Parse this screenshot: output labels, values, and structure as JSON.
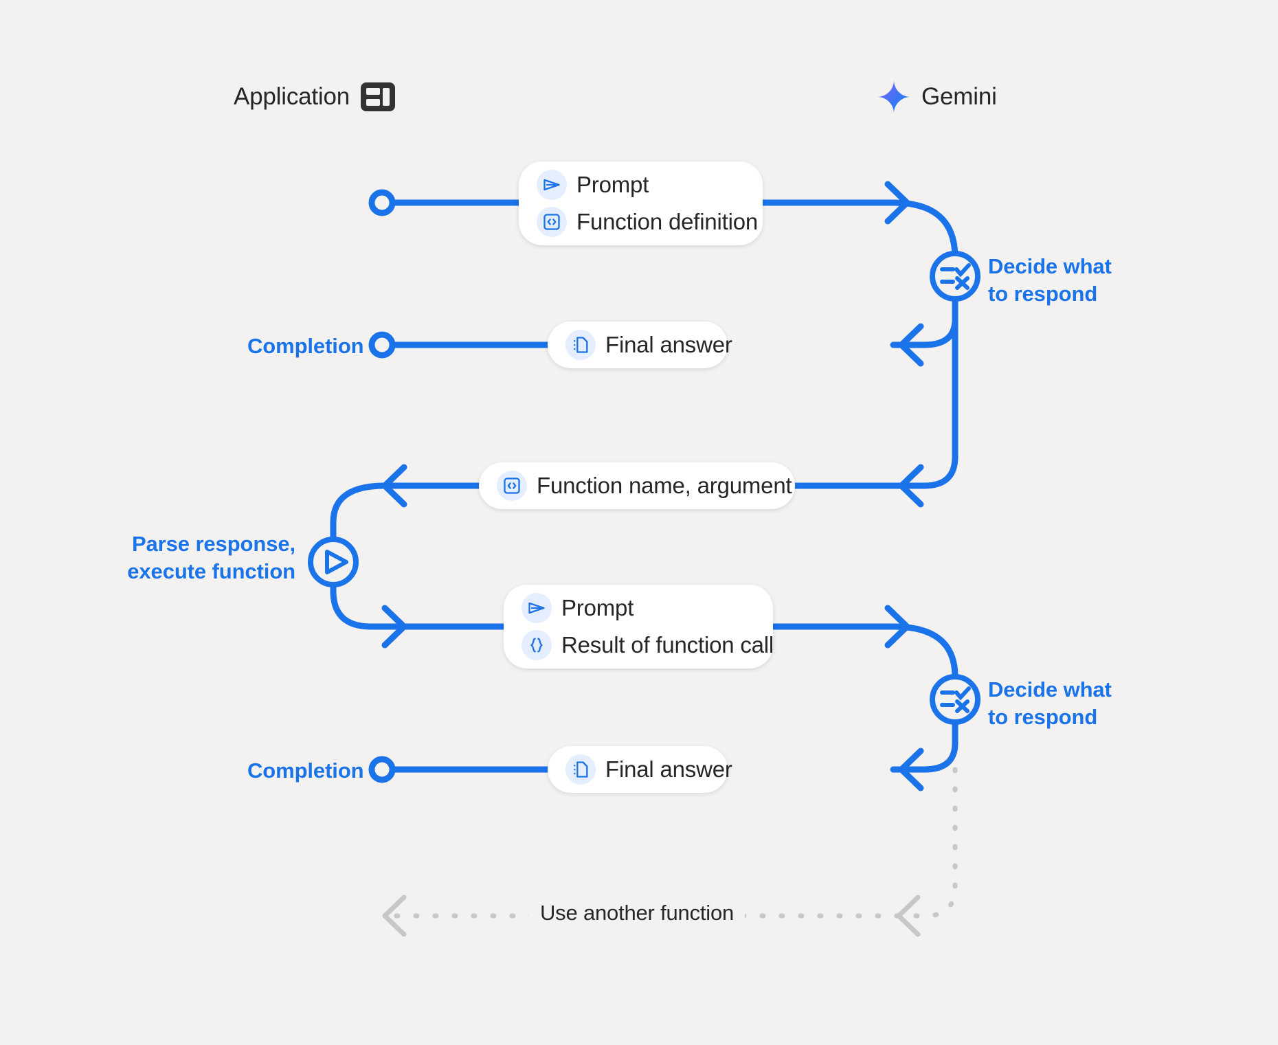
{
  "theme": {
    "background": "#f3f2f0",
    "accent_blue": "#1a73e8",
    "lifeline_gray": "#c9c7c5",
    "text_dark": "#262626",
    "chip_bg": "#e5eeff",
    "bubble_bg": "#ffffff"
  },
  "actors": {
    "application": {
      "label": "Application",
      "icon": "app-layout-icon"
    },
    "gemini": {
      "label": "Gemini",
      "icon": "gemini-sparkle-icon"
    }
  },
  "messages": {
    "request_1": {
      "lines": [
        {
          "icon": "send-icon",
          "label": "Prompt"
        },
        {
          "icon": "code-brackets-icon",
          "label": "Function definition"
        }
      ]
    },
    "final_answer_1": {
      "lines": [
        {
          "icon": "document-icon",
          "label": "Final answer"
        }
      ]
    },
    "function_call": {
      "lines": [
        {
          "icon": "code-brackets-icon",
          "label": "Function name,  argument"
        }
      ]
    },
    "request_2": {
      "lines": [
        {
          "icon": "send-icon",
          "label": "Prompt"
        },
        {
          "icon": "curly-braces-icon",
          "label": "Result of function call"
        }
      ]
    },
    "final_answer_2": {
      "lines": [
        {
          "icon": "document-icon",
          "label": "Final answer"
        }
      ]
    }
  },
  "captions": {
    "decide_1": "Decide what\nto respond",
    "decide_2": "Decide what\nto respond",
    "parse_execute": "Parse response,\nexecute function",
    "completion_1": "Completion",
    "completion_2": "Completion",
    "loop": "Use another function"
  },
  "nodes": {
    "decide_icon": "rule-checklist-icon",
    "execute_icon": "play-icon",
    "start_marker": "origin-circle"
  }
}
